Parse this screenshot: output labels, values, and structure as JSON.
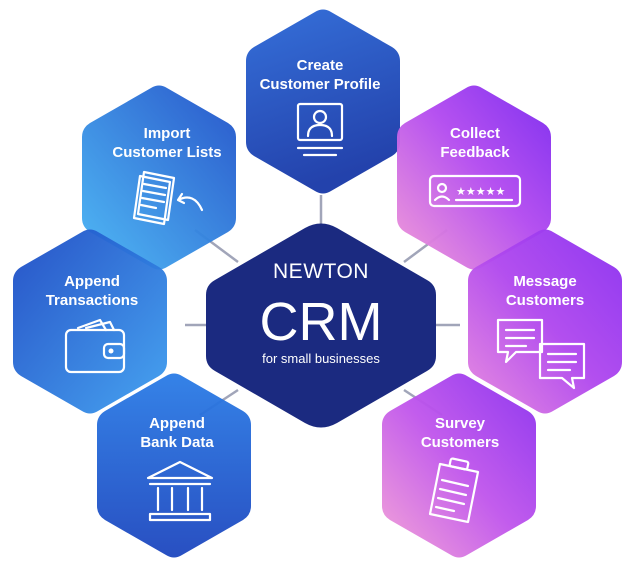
{
  "center": {
    "brand": "NEWTON",
    "product": "CRM",
    "tagline": "for small businesses"
  },
  "nodes": [
    {
      "id": "create-profile",
      "line1": "Create",
      "line2": "Customer Profile",
      "icon": "profile-card-icon"
    },
    {
      "id": "import-lists",
      "line1": "Import",
      "line2": "Customer Lists",
      "icon": "document-import-icon"
    },
    {
      "id": "collect-feedback",
      "line1": "Collect",
      "line2": "Feedback",
      "icon": "rating-stars-icon"
    },
    {
      "id": "append-transactions",
      "line1": "Append",
      "line2": "Transactions",
      "icon": "wallet-icon"
    },
    {
      "id": "message-customers",
      "line1": "Message",
      "line2": "Customers",
      "icon": "chat-bubbles-icon"
    },
    {
      "id": "append-bank-data",
      "line1": "Append",
      "line2": "Bank Data",
      "icon": "bank-icon"
    },
    {
      "id": "survey-customers",
      "line1": "Survey",
      "line2": "Customers",
      "icon": "clipboard-icon"
    }
  ],
  "colors": {
    "center": "#1b2a80",
    "blue_dark": "#1f3fb8",
    "blue_light": "#3fa7f0",
    "purple": "#8a2ff0",
    "pink": "#f090d8",
    "connector": "#8a8fa8"
  }
}
